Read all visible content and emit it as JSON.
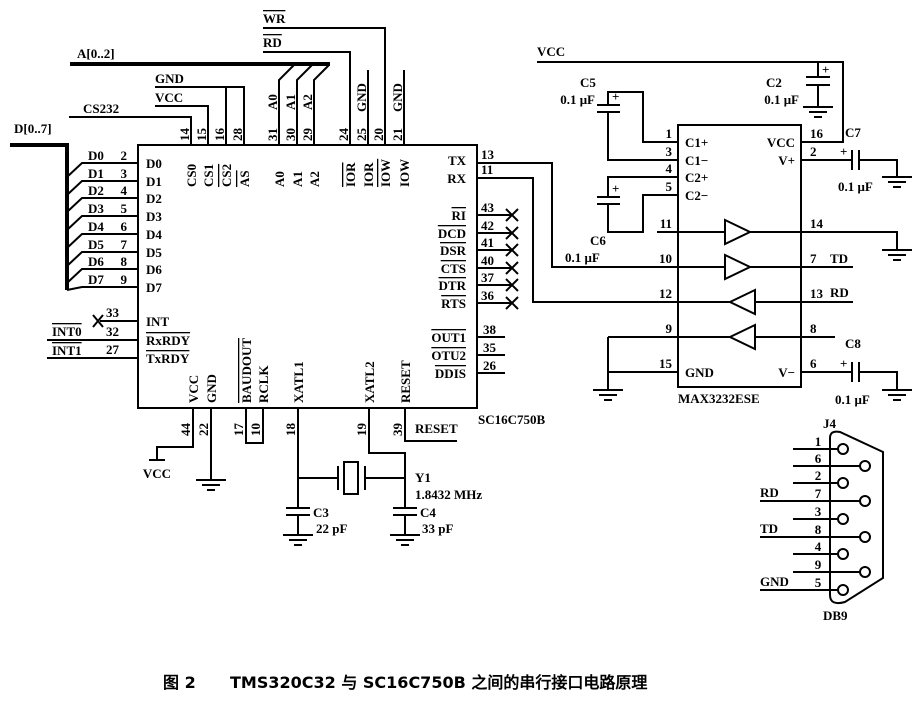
{
  "caption": {
    "figure": "图 2",
    "title": "TMS320C32 与 SC16C750B 之间的串行接口电路原理"
  },
  "colors": {
    "ink": "#000000",
    "background": "#ffffff"
  },
  "nets": {
    "data_bus": "D[0..7]",
    "addr_bus": "A[0..2]",
    "cs232": "CS232",
    "gnd": "GND",
    "vcc": "VCC",
    "rd": "RD",
    "wr": "WR",
    "a0": "A0",
    "a1": "A1",
    "a2": "A2",
    "gnd_25": "GND",
    "gnd_21": "GND",
    "int0": "INT0",
    "int1": "INT1",
    "reset": "RESET",
    "vcc_bottom": "VCC",
    "vcc_max": "VCC",
    "td": "TD",
    "rd_232": "RD"
  },
  "uart": {
    "part": "SC16C750B",
    "data_pins": [
      {
        "net": "D0",
        "num": "2",
        "pin": "D0"
      },
      {
        "net": "D1",
        "num": "3",
        "pin": "D1"
      },
      {
        "net": "D2",
        "num": "4",
        "pin": "D2"
      },
      {
        "net": "D3",
        "num": "5",
        "pin": "D3"
      },
      {
        "net": "D4",
        "num": "6",
        "pin": "D4"
      },
      {
        "net": "D5",
        "num": "7",
        "pin": "D5"
      },
      {
        "net": "D6",
        "num": "8",
        "pin": "D6"
      },
      {
        "net": "D7",
        "num": "9",
        "pin": "D7"
      }
    ],
    "top_pins": [
      {
        "num": "14",
        "pin": "CS0"
      },
      {
        "num": "15",
        "pin": "CS1"
      },
      {
        "num": "16",
        "pin": "CS2"
      },
      {
        "num": "28",
        "pin": "AS"
      },
      {
        "num": "31",
        "pin": "A0"
      },
      {
        "num": "30",
        "pin": "A1"
      },
      {
        "num": "29",
        "pin": "A2"
      },
      {
        "num": "24",
        "pin": "IOR"
      },
      {
        "num": "25",
        "pin": "IOR"
      },
      {
        "num": "20",
        "pin": "IOW"
      },
      {
        "num": "21",
        "pin": "IOW"
      }
    ],
    "left_ctrl_pins": [
      {
        "num": "33",
        "pin": "INT"
      },
      {
        "num": "32",
        "pin": "RxRDY"
      },
      {
        "num": "27",
        "pin": "TxRDY"
      }
    ],
    "right_pins": [
      {
        "num": "13",
        "pin": "TX"
      },
      {
        "num": "11",
        "pin": "RX"
      }
    ],
    "modem_pins": [
      {
        "num": "43",
        "pin": "RI"
      },
      {
        "num": "42",
        "pin": "DCD"
      },
      {
        "num": "41",
        "pin": "DSR"
      },
      {
        "num": "40",
        "pin": "CTS"
      },
      {
        "num": "37",
        "pin": "DTR"
      },
      {
        "num": "36",
        "pin": "RTS"
      }
    ],
    "out_pins": [
      {
        "num": "38",
        "pin": "OUT1"
      },
      {
        "num": "35",
        "pin": "OTU2"
      },
      {
        "num": "26",
        "pin": "DDIS"
      }
    ],
    "bottom_pins": [
      {
        "num": "44",
        "pin": "VCC"
      },
      {
        "num": "22",
        "pin": "GND"
      },
      {
        "num": "17",
        "pin": "BAUDOUT"
      },
      {
        "num": "10",
        "pin": "RCLK"
      },
      {
        "num": "18",
        "pin": "XATL1"
      },
      {
        "num": "19",
        "pin": "XATL2"
      },
      {
        "num": "39",
        "pin": "RESET"
      }
    ]
  },
  "crystal": {
    "ref": "Y1",
    "value": "1.8432 MHz"
  },
  "c3": {
    "ref": "C3",
    "value": "22 pF"
  },
  "c4": {
    "ref": "C4",
    "value": "33 pF"
  },
  "c5": {
    "ref": "C5",
    "value": "0.1 μF",
    "polarity": "+"
  },
  "c6": {
    "ref": "C6",
    "value": "0.1 μF",
    "polarity": "+"
  },
  "c2": {
    "ref": "C2",
    "value": "0.1 μF",
    "polarity": "+"
  },
  "c7": {
    "ref": "C7",
    "value": "0.1 μF",
    "polarity": "+"
  },
  "c8": {
    "ref": "C8",
    "value": "0.1 μF",
    "polarity": "+"
  },
  "driver": {
    "part": "MAX3232ESE",
    "left_pins": [
      {
        "num": "1",
        "pin": "C1+"
      },
      {
        "num": "3",
        "pin": "C1−"
      },
      {
        "num": "4",
        "pin": "C2+"
      },
      {
        "num": "5",
        "pin": "C2−"
      },
      {
        "num": "11",
        "pin": ""
      },
      {
        "num": "10",
        "pin": ""
      },
      {
        "num": "12",
        "pin": ""
      },
      {
        "num": "9",
        "pin": ""
      },
      {
        "num": "15",
        "pin": "GND"
      }
    ],
    "right_pins": [
      {
        "num": "16",
        "pin": "VCC"
      },
      {
        "num": "2",
        "pin": "V+"
      },
      {
        "num": "14",
        "pin": ""
      },
      {
        "num": "7",
        "pin": ""
      },
      {
        "num": "13",
        "pin": ""
      },
      {
        "num": "8",
        "pin": ""
      },
      {
        "num": "6",
        "pin": "V−"
      }
    ]
  },
  "connector": {
    "ref": "J4",
    "type": "DB9",
    "pins": [
      "1",
      "6",
      "2",
      "7",
      "3",
      "8",
      "4",
      "9",
      "5"
    ],
    "net_rd": "RD",
    "net_td": "TD",
    "net_gnd": "GND"
  }
}
